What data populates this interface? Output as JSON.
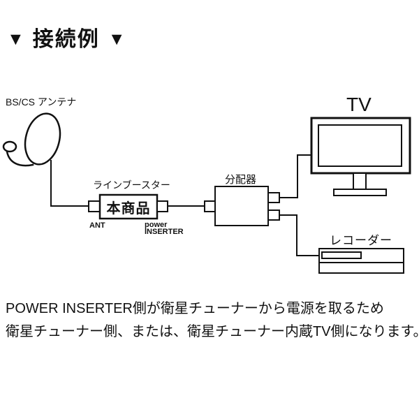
{
  "title": {
    "left_marker": "▼",
    "text": "接続例",
    "right_marker": "▼"
  },
  "diagram": {
    "antenna_label": "BS/CS アンテナ",
    "booster_label": "ラインブースター",
    "product_label": "本商品",
    "ant_port_label": "ANT",
    "power_port_label_line1": "power",
    "power_port_label_line2": "INSERTER",
    "splitter_label": "分配器",
    "tv_label": "TV",
    "recorder_label": "レコーダー"
  },
  "note": {
    "line1": "POWER INSERTER側が衛星チューナーから電源を取るため",
    "line2": "衛星チューナー側、または、衛星チューナー内蔵TV側になります。"
  },
  "colors": {
    "line": "#111111",
    "background": "#ffffff",
    "text": "#111111"
  }
}
